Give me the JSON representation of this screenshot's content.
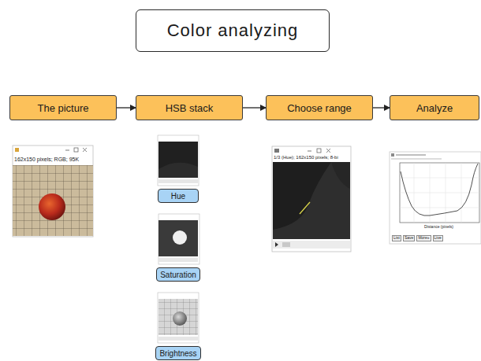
{
  "diagram": {
    "title": "Color analyzing",
    "nodes": [
      {
        "text": [
          "The picture"
        ]
      },
      {
        "text": [
          "HSB stack"
        ]
      },
      {
        "text": [
          "Choose range"
        ]
      },
      {
        "text": [
          "Analyze"
        ]
      },
      {
        "text": [
          "Hue"
        ]
      },
      {
        "text": [
          "Saturation"
        ]
      },
      {
        "text": [
          "Brightness"
        ]
      }
    ],
    "edges": [
      {
        "from": 0,
        "to": 1,
        "arrow": "to"
      },
      {
        "from": 1,
        "to": 2,
        "arrow": "to"
      },
      {
        "from": 2,
        "to": 3,
        "arrow": "to"
      }
    ],
    "labels": [
      "162x150 pixels; RGB; 95K",
      "1/3 (Hue); 162x150 pixels; 8-bi",
      "Distance (pixels)",
      "List",
      "Save",
      "More»",
      "Live"
    ]
  }
}
